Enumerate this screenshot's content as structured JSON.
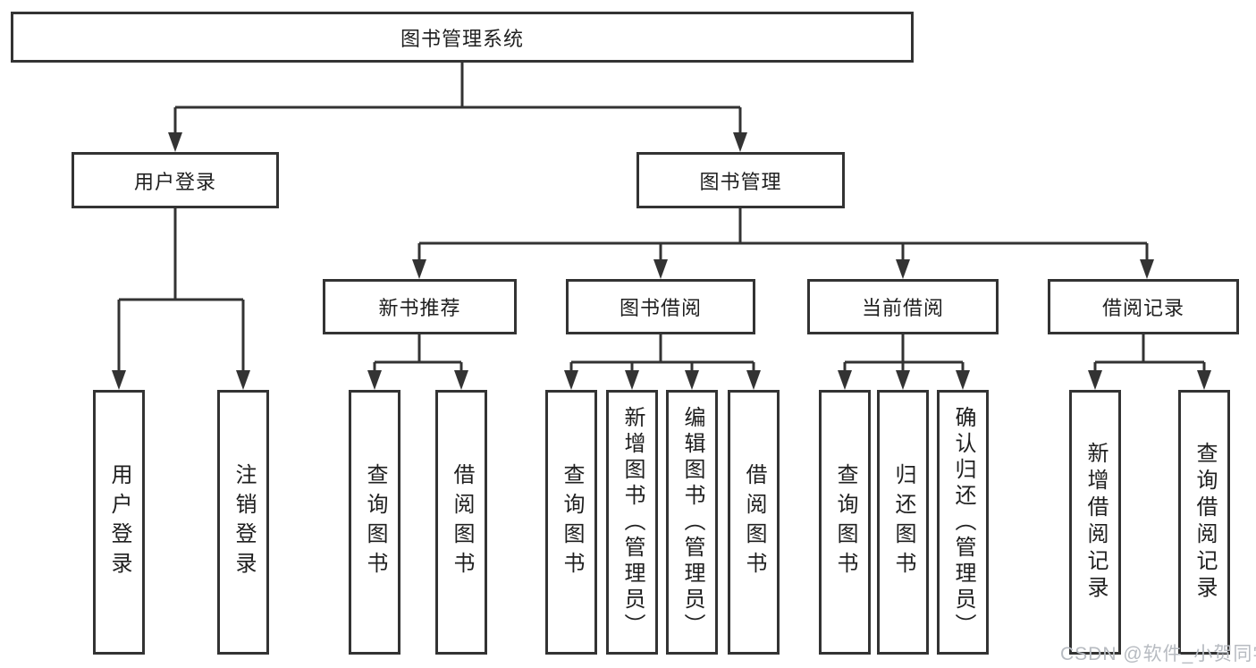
{
  "tree": {
    "label": "图书管理系统",
    "children": [
      {
        "label": "用户登录",
        "children": [
          {
            "label": "用户登录"
          },
          {
            "label": "注销登录"
          }
        ]
      },
      {
        "label": "图书管理",
        "children": [
          {
            "label": "新书推荐",
            "children": [
              {
                "label": "查询图书"
              },
              {
                "label": "借阅图书"
              }
            ]
          },
          {
            "label": "图书借阅",
            "children": [
              {
                "label": "查询图书"
              },
              {
                "label": "新增图书（管理员）"
              },
              {
                "label": "编辑图书（管理员）"
              },
              {
                "label": "借阅图书"
              }
            ]
          },
          {
            "label": "当前借阅",
            "children": [
              {
                "label": "查询图书"
              },
              {
                "label": "归还图书"
              },
              {
                "label": "确认归还（管理员）"
              }
            ]
          },
          {
            "label": "借阅记录",
            "children": [
              {
                "label": "新增借阅记录"
              },
              {
                "label": "查询借阅记录"
              }
            ]
          }
        ]
      }
    ]
  },
  "watermark": {
    "text": "CSDN @软件_小贺同学"
  },
  "colors": {
    "line": "#333333",
    "text": "#1f1f1f",
    "watermark": "#b7bbc1",
    "background": "#ffffff"
  }
}
